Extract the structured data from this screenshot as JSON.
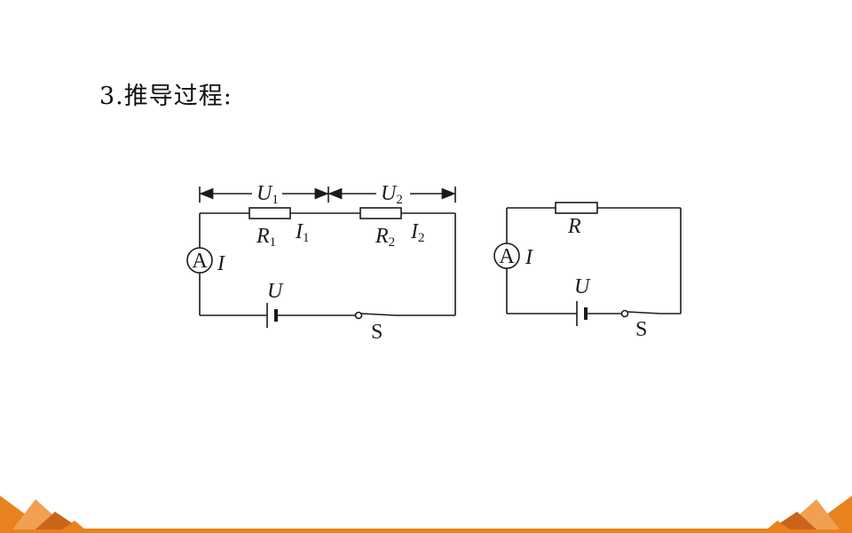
{
  "slide": {
    "title": "3.推导过程:"
  },
  "circuit_series": {
    "U1": {
      "main": "U",
      "sub": "1"
    },
    "U2": {
      "main": "U",
      "sub": "2"
    },
    "R1": {
      "main": "R",
      "sub": "1"
    },
    "R2": {
      "main": "R",
      "sub": "2"
    },
    "I1": {
      "main": "I",
      "sub": "1"
    },
    "I2": {
      "main": "I",
      "sub": "2"
    },
    "ammeter": "A",
    "current": "I",
    "voltage": "U",
    "switch": "S"
  },
  "circuit_single": {
    "resistor": "R",
    "ammeter": "A",
    "current": "I",
    "voltage": "U",
    "switch": "S"
  },
  "theme": {
    "accent": "#e8821e",
    "dark_accent": "#c9651a",
    "line": "#1a1a1a"
  }
}
